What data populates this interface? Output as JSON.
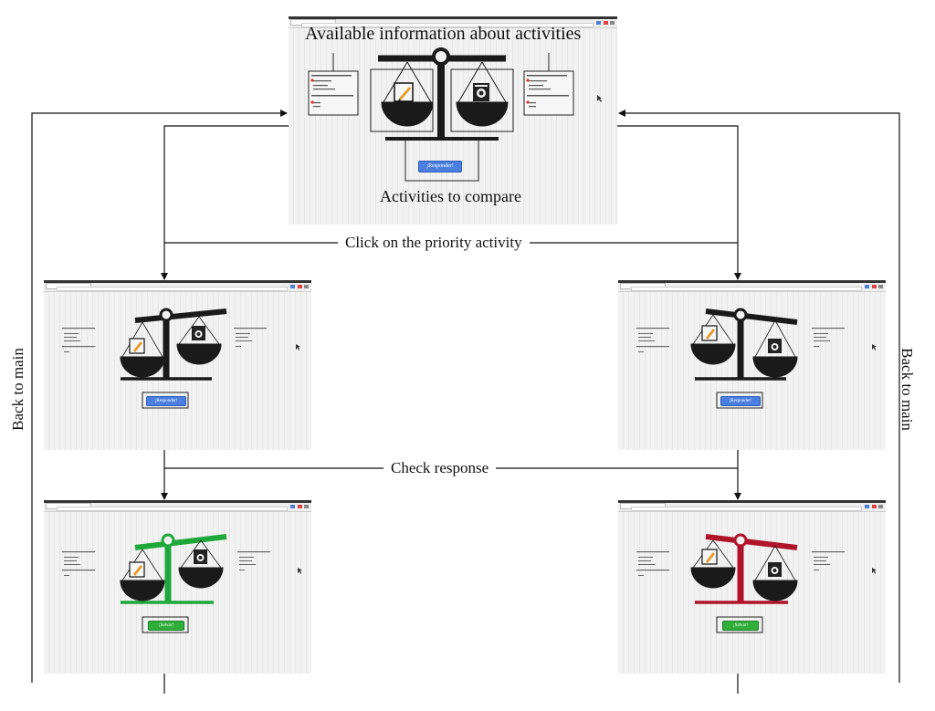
{
  "top_caption": "Available information about activities",
  "bottom_caption": "Activities to compare",
  "mid_caption": "Click on the priority activity",
  "check_caption": "Check response",
  "side_left": "Back to main",
  "side_right": "Back to main",
  "answer_button": "¡Responder!",
  "submit_button": "¡Salvar!",
  "colors": {
    "neutral": "#1a1a1a",
    "correct": "#1fa83a",
    "wrong": "#b0142a",
    "blue": "#4a7fe0",
    "green": "#2fae3a"
  }
}
